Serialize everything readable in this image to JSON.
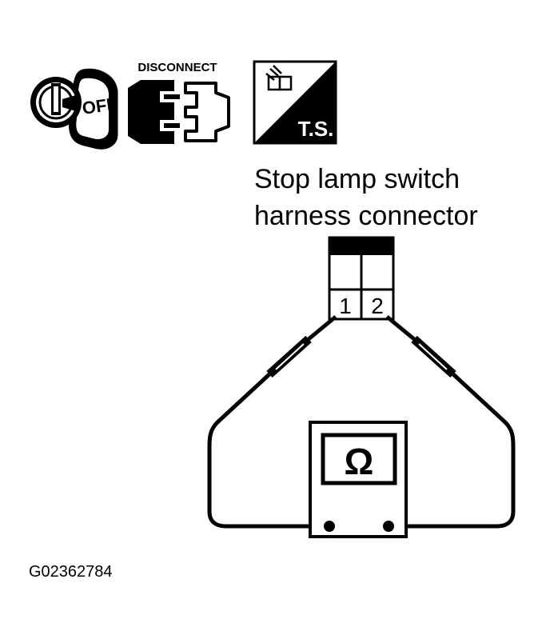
{
  "icons": {
    "ignition": {
      "icon": "ignition-key-off-icon",
      "label": "OFF"
    },
    "disconnect": {
      "icon": "disconnect-connector-icon",
      "label": "DISCONNECT"
    },
    "tester": {
      "icon": "ts-tester-icon",
      "label": "T.S."
    }
  },
  "connector": {
    "title_line1": "Stop lamp switch",
    "title_line2": "harness connector",
    "terminals": [
      "1",
      "2"
    ]
  },
  "meter": {
    "icon": "ohmmeter-icon",
    "symbol": "Ω"
  },
  "figure_id": "G02362784",
  "colors": {
    "ink": "#000000",
    "paper": "#ffffff"
  }
}
